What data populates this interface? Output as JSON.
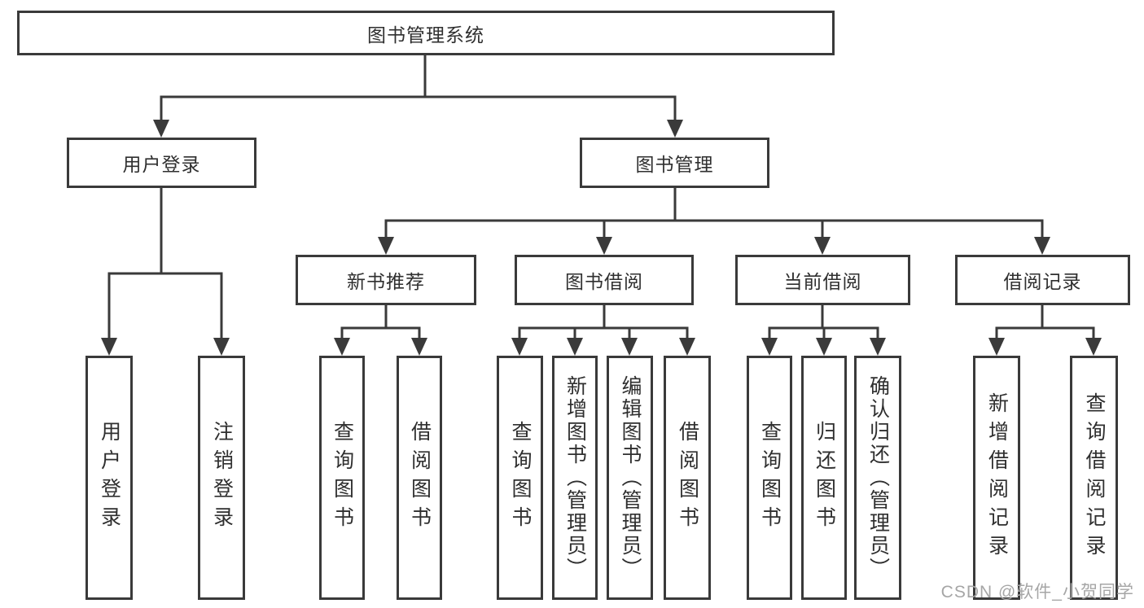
{
  "diagram": {
    "root": {
      "label": "图书管理系统"
    },
    "level2": [
      {
        "label": "用户登录"
      },
      {
        "label": "图书管理"
      }
    ],
    "level3": [
      {
        "label": "新书推荐"
      },
      {
        "label": "图书借阅"
      },
      {
        "label": "当前借阅"
      },
      {
        "label": "借阅记录"
      }
    ],
    "leaves": {
      "user_login": [
        "用户登录",
        "注销登录"
      ],
      "new_book": [
        "查询图书",
        "借阅图书"
      ],
      "book_borrow": [
        "查询图书",
        "新增图书（管理员）",
        "编辑图书（管理员）",
        "借阅图书"
      ],
      "current_borrow": [
        "查询图书",
        "归还图书",
        "确认归还（管理员）"
      ],
      "borrow_record": [
        "新增借阅记录",
        "查询借阅记录"
      ]
    }
  },
  "watermark": {
    "text": "CSDN @软件_小贺同学"
  },
  "colors": {
    "line": "#3a3a3a",
    "text": "#2f2f2f",
    "watermark": "#a6a6a6",
    "background": "#ffffff"
  }
}
